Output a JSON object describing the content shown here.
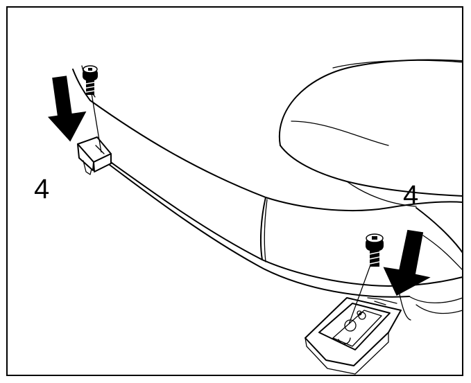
{
  "figure": {
    "callouts": [
      {
        "id": "left",
        "text": "4"
      },
      {
        "id": "right",
        "text": "4"
      }
    ],
    "colors": {
      "line": "#000000",
      "background": "#ffffff",
      "arrow_fill": "#000000"
    },
    "icons": [
      "down-arrow-icon",
      "bolt-icon"
    ]
  }
}
